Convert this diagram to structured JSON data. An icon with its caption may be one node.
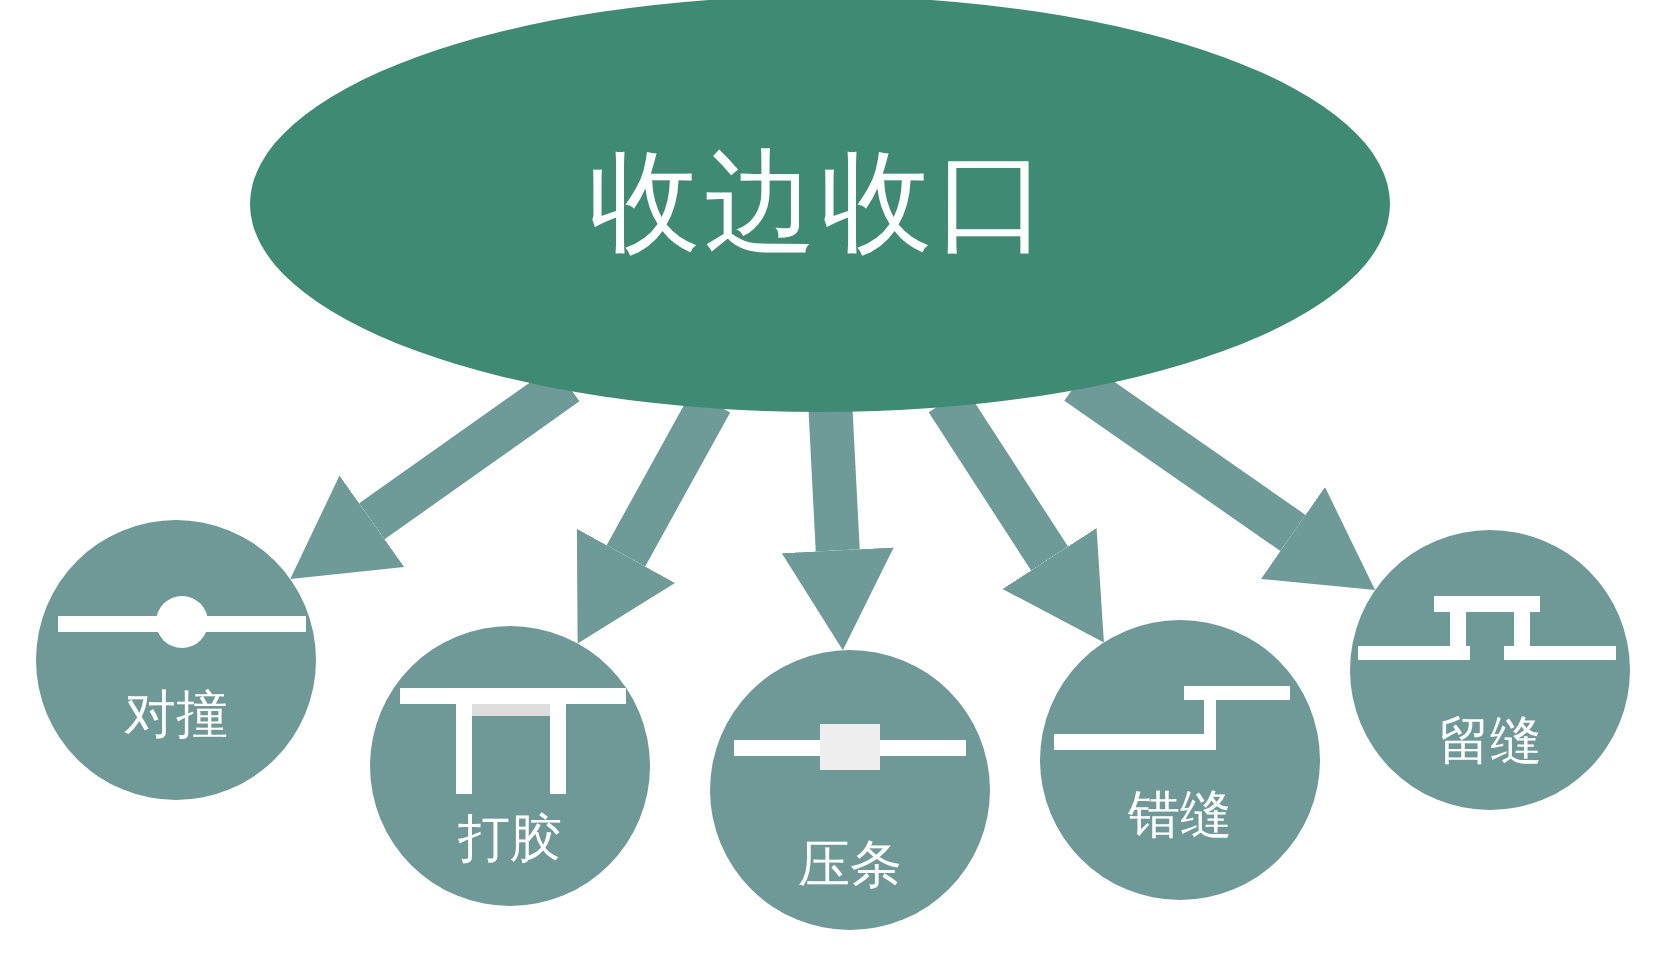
{
  "diagram": {
    "nodes": [
      {
        "text": [
          "收边收口"
        ]
      },
      {
        "text": [
          "对撞"
        ]
      },
      {
        "text": [
          "打胶"
        ]
      },
      {
        "text": [
          "压条"
        ]
      },
      {
        "text": [
          "错缝"
        ]
      },
      {
        "text": [
          "留缝"
        ]
      }
    ],
    "edges": [
      {
        "from": 0,
        "to": 1,
        "arrow": "to"
      },
      {
        "from": 0,
        "to": 2,
        "arrow": "to"
      },
      {
        "from": 0,
        "to": 3,
        "arrow": "to"
      },
      {
        "from": 0,
        "to": 4,
        "arrow": "to"
      },
      {
        "from": 0,
        "to": 5,
        "arrow": "to"
      }
    ]
  }
}
